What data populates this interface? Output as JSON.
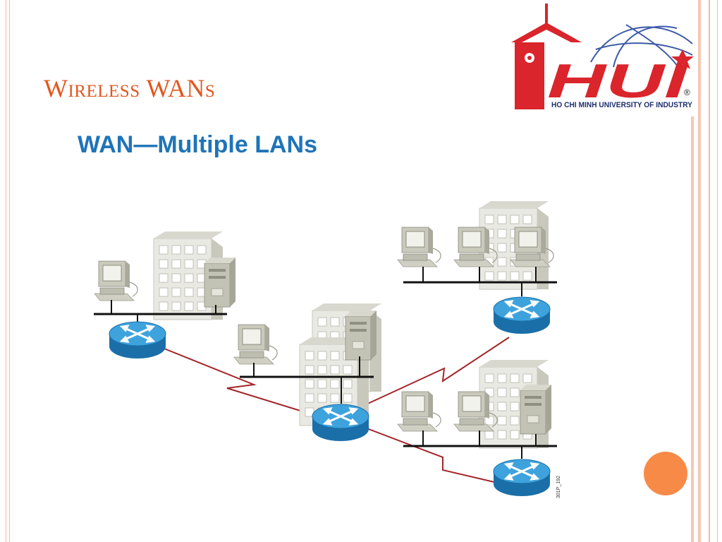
{
  "slide": {
    "title": "Wireless WANs",
    "diagram_title": "WAN—Multiple LANs",
    "figure_id": "301P_192"
  },
  "logo": {
    "wordmark": "HUI",
    "registered": "®",
    "subtitle": "HO CHI MINH UNIVERSITY OF INDUSTRY"
  },
  "colors": {
    "title": "#e2561c",
    "diagram_title": "#1f74b8",
    "frame": "#f4b7a2",
    "wan_link": "#a52428",
    "router": "#2a8fc8",
    "accent_dot": "#f88a48"
  },
  "diagram": {
    "lans": [
      {
        "name": "lan-1",
        "workstations": 1,
        "servers": 1,
        "buildings": 1
      },
      {
        "name": "lan-2",
        "workstations": 1,
        "servers": 1,
        "buildings": 2
      },
      {
        "name": "lan-3",
        "workstations": 3,
        "servers": 0,
        "buildings": 1
      },
      {
        "name": "lan-4",
        "workstations": 2,
        "servers": 1,
        "buildings": 1
      }
    ],
    "routers": [
      "router-1",
      "router-2",
      "router-3",
      "router-4"
    ],
    "wan_links": [
      {
        "from": "router-1",
        "to": "router-2",
        "style": "serial-zigzag"
      },
      {
        "from": "router-2",
        "to": "router-3",
        "style": "serial-zigzag"
      },
      {
        "from": "router-2",
        "to": "router-4",
        "style": "serial-zigzag"
      }
    ]
  }
}
